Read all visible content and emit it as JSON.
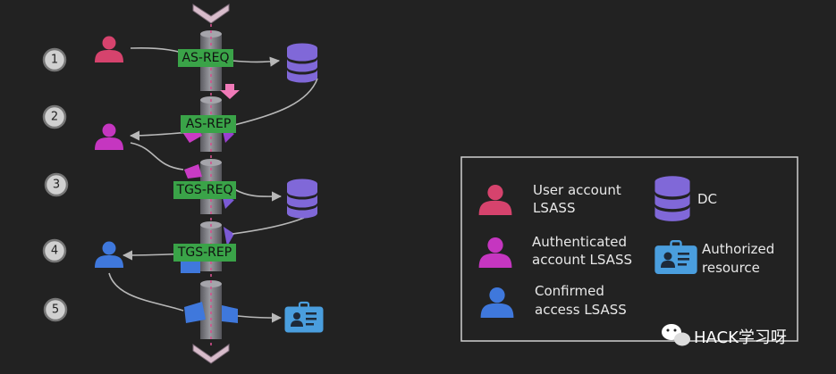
{
  "steps": [
    "1",
    "2",
    "3",
    "4",
    "5"
  ],
  "messages": {
    "as_req": "AS-REQ",
    "as_rep": "AS-REP",
    "tgs_req": "TGS-REQ",
    "tgs_rep": "TGS-REP"
  },
  "legend": {
    "user_account": [
      "User account",
      "LSASS"
    ],
    "authenticated": [
      "Authenticated",
      "account LSASS"
    ],
    "confirmed": [
      "Confirmed",
      "access LSASS"
    ],
    "dc": "DC",
    "authorized": [
      "Authorized",
      "resource"
    ]
  },
  "watermark": "HACK学习呀",
  "icons": {
    "user": "user-icon",
    "dc": "database-icon",
    "resource": "id-card-icon",
    "wechat": "wechat-icon"
  },
  "colors": {
    "background": "#222222",
    "user_red": "#d6436d",
    "user_magenta": "#c536c0",
    "user_blue": "#3f78dc",
    "dc_purple": "#8068d8",
    "resource_blue": "#4a9ede",
    "label_green": "#3aa348",
    "pipe_gray": "#7e7e84",
    "arrow_pink": "#f07ab8"
  }
}
